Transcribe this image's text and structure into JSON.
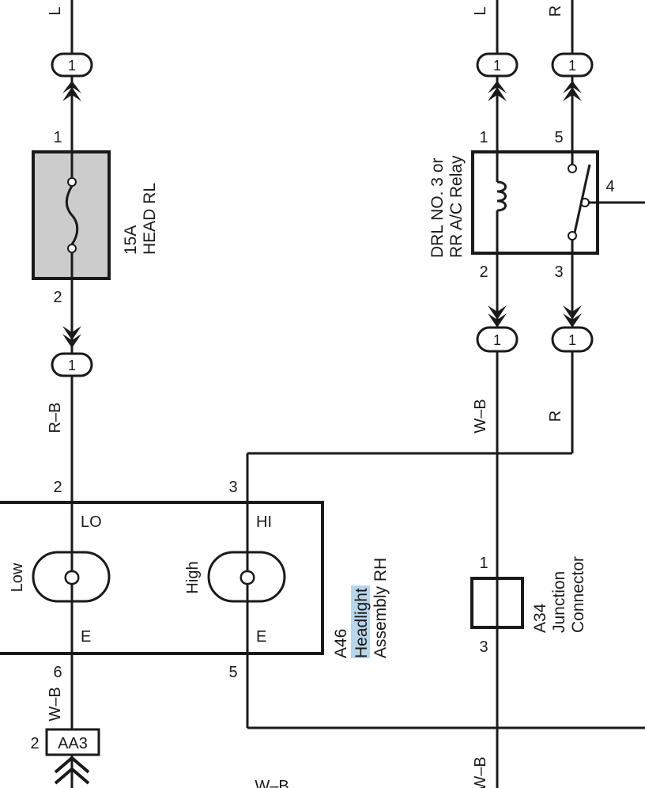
{
  "wire_colors": {
    "top_left": "L",
    "top_mid": "L",
    "top_right": "R",
    "fuse_out": "R–B",
    "relay_out_left": "W–B",
    "relay_out_right": "R",
    "headlight_ground": "W–B",
    "bottom_mid": "W–B",
    "bottom_right": "W–B"
  },
  "connector_marks": {
    "c1": "1",
    "c2": "1",
    "c3": "1",
    "c4": "1",
    "c5": "1",
    "c6": "1"
  },
  "fuse": {
    "rating": "15A",
    "name": "HEAD RL",
    "pin_top": "1",
    "pin_bottom": "2",
    "fill_color": "#cccccc"
  },
  "relay": {
    "name_line1": "DRL NO. 3 or",
    "name_line2": "RR A/C Relay",
    "pin_1": "1",
    "pin_5": "5",
    "pin_4": "4",
    "pin_2": "2",
    "pin_3": "3"
  },
  "headlight": {
    "code": "A46",
    "name_line1": "Headlight",
    "name_line2": "Assembly RH",
    "pin_2": "2",
    "pin_3": "3",
    "pin_6": "6",
    "pin_5": "5",
    "lo_label": "LO",
    "hi_label": "HI",
    "e_left": "E",
    "e_right": "E",
    "low_label": "Low",
    "high_label": "High",
    "highlight_color": "#b9d5ea"
  },
  "junction": {
    "code": "A34",
    "name_line1": "Junction",
    "name_line2": "Connector",
    "pin_top": "1",
    "pin_bottom": "3"
  },
  "ground_connector": {
    "code": "AA3",
    "pin": "2"
  }
}
